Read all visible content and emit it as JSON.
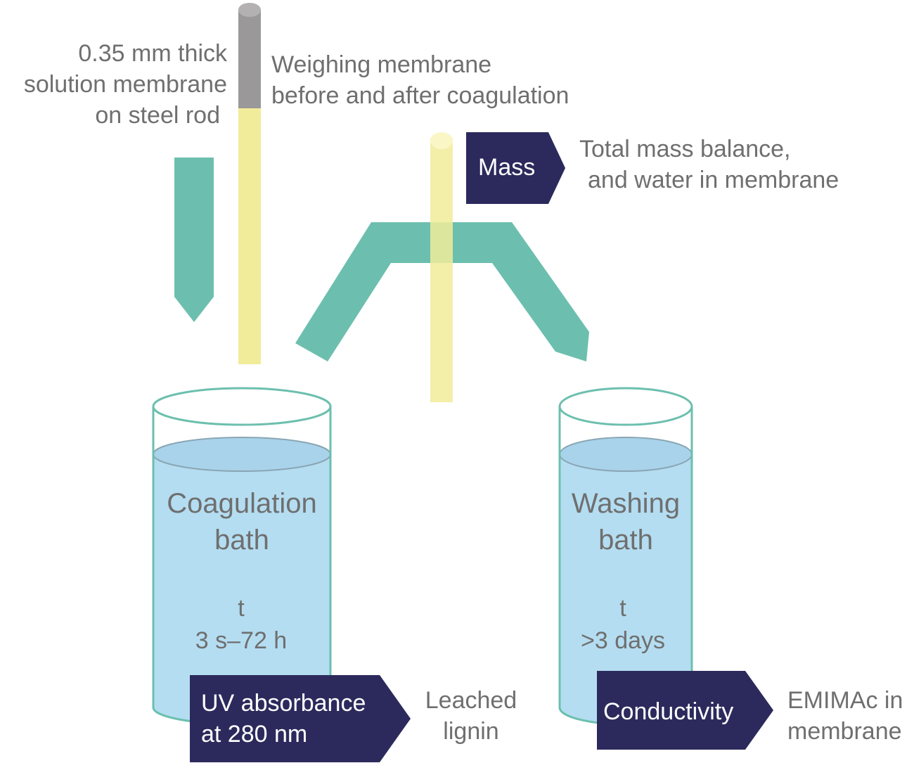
{
  "labels": {
    "membrane_line1": "0.35 mm thick",
    "membrane_line2": "solution membrane",
    "membrane_line3": "on steel rod",
    "weighing_line1": "Weighing membrane",
    "weighing_line2": "before and after coagulation",
    "mass_result_line1": "Total mass balance,",
    "mass_result_line2": "and water in membrane",
    "leached_line1": "Leached",
    "leached_line2": "lignin",
    "emimac_line1": "EMIMAc in",
    "emimac_line2": "membrane"
  },
  "baths": {
    "coagulation": {
      "title_line1": "Coagulation",
      "title_line2": "bath",
      "time_symbol": "t",
      "time_value": "3 s–72 h"
    },
    "washing": {
      "title_line1": "Washing",
      "title_line2": "bath",
      "time_symbol": "t",
      "time_value": ">3 days"
    }
  },
  "measurements": {
    "mass": "Mass",
    "uv_line1": "UV absorbance",
    "uv_line2": "at 280 nm",
    "conductivity": "Conductivity"
  },
  "colors": {
    "arrow_teal": "#6cbfae",
    "rod_yellow": "#f1ec9a",
    "rod_steel": "#9a9899",
    "water_blue": "#b4ddf1",
    "beaker_outline": "#6cbfae",
    "tag_navy": "#2c2a5c",
    "text_gray": "#6f6f6f"
  }
}
